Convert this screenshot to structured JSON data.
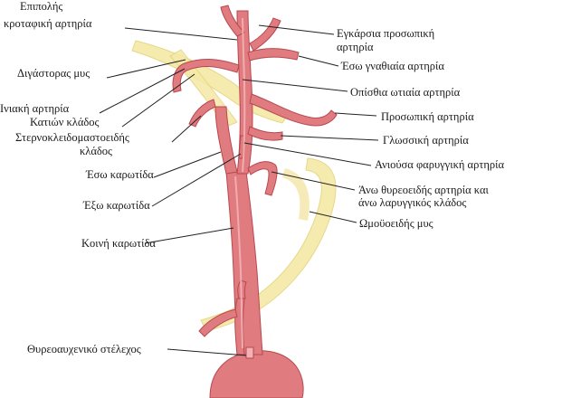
{
  "colors": {
    "artery": "#e07b80",
    "artery_dark": "#b84850",
    "artery_light": "#f2b2b4",
    "muscle": "#f5e9a6",
    "muscle_edge": "#e4d37c",
    "leader": "#222222",
    "background": "#ffffff"
  },
  "labels": {
    "superficial_temporal": [
      "Επιπολής",
      "κροταφική αρτηρία"
    ],
    "digastric": "Διγάστορας μυς",
    "occipital": "Ινιακή αρτηρία",
    "descending_branch": "Κατιών κλάδος",
    "sternocleidomastoid_branch": [
      "Στερνοκλειδομαστοειδής",
      "κλάδος"
    ],
    "internal_carotid": "Έσω καρωτίδα",
    "external_carotid": "Έξω καρωτίδα",
    "common_carotid": "Κοινή καρωτίδα",
    "thyrocervical_trunk": "Θυρεοαυχενικό στέλεχος",
    "transverse_facial": [
      "Εγκάρσια προσωπική",
      "αρτηρία"
    ],
    "maxillary": "Έσω γναθιαία αρτηρία",
    "posterior_auricular": "Οπίσθια ωτιαία αρτηρία",
    "facial": "Προσωπική αρτηρία",
    "lingual": "Γλωσσική αρτηρία",
    "ascending_pharyngeal": "Ανιούσα φαρυγγική αρτηρία",
    "superior_thyroid": [
      "Άνω θυρεοειδής αρτηρία και",
      "άνω λαρυγγικός κλάδος"
    ],
    "omohyoid": "Ωμοϋοειδής μυς"
  }
}
